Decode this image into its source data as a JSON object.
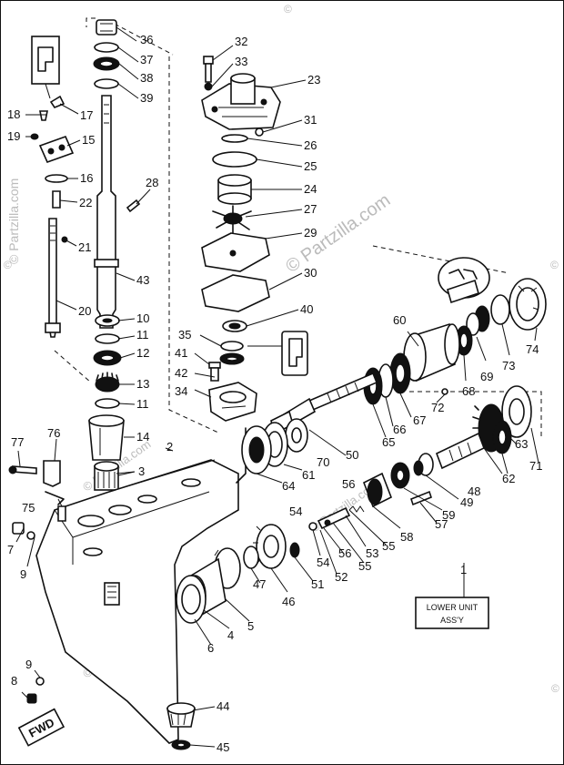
{
  "watermark": {
    "brand": "© Partzilla.com",
    "symbol": "©"
  },
  "lower_unit_box": {
    "line1": "LOWER UNIT",
    "line2": "ASS'Y",
    "ref": "1"
  },
  "fwd_label": "FWD",
  "callout_numbers": [
    "1",
    "2",
    "3",
    "4",
    "5",
    "6",
    "7",
    "8",
    "9",
    "10",
    "11",
    "12",
    "13",
    "14",
    "15",
    "16",
    "17",
    "18",
    "19",
    "20",
    "21",
    "22",
    "23",
    "24",
    "25",
    "26",
    "27",
    "28",
    "29",
    "30",
    "31",
    "32",
    "33",
    "34",
    "35",
    "36",
    "37",
    "38",
    "39",
    "40",
    "41",
    "42",
    "43",
    "44",
    "45",
    "46",
    "47",
    "48",
    "49",
    "50",
    "51",
    "52",
    "53",
    "54",
    "55",
    "56",
    "57",
    "58",
    "59",
    "60",
    "61",
    "62",
    "63",
    "64",
    "65",
    "66",
    "67",
    "68",
    "69",
    "70",
    "71",
    "72",
    "73",
    "74",
    "75",
    "76",
    "77"
  ]
}
